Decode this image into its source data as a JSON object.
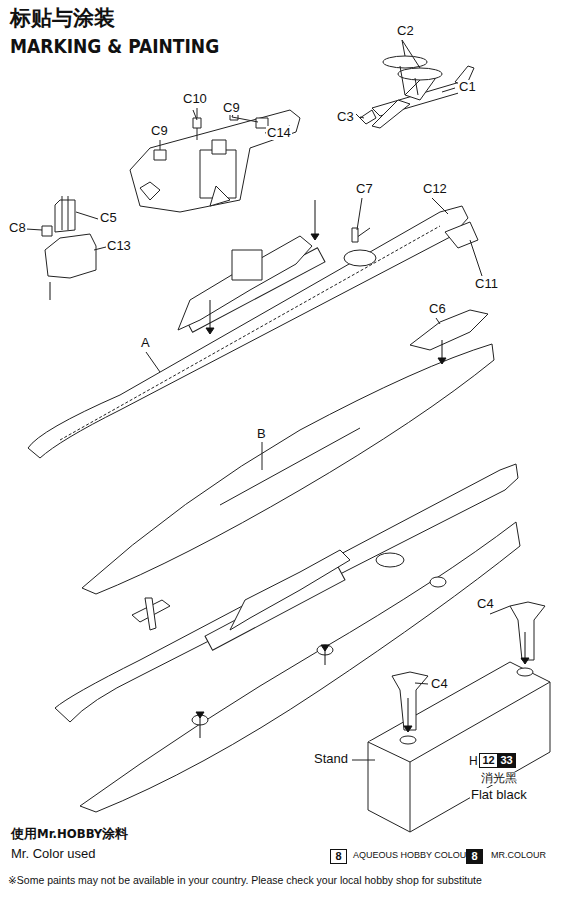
{
  "diagram": {
    "title": "标贴与涂装",
    "nodes": [
      {
        "text": [
          "12"
        ]
      },
      {
        "text": [
          "33"
        ]
      },
      {
        "text": [
          "8"
        ]
      },
      {
        "text": [
          "8"
        ]
      }
    ],
    "labels": [
      "MARKING & PAINTING",
      "C2",
      "C1",
      "C3",
      "C10",
      "C9",
      "C9",
      "C14",
      "C7",
      "C12",
      "C8",
      "C5",
      "C13",
      "C11",
      "A",
      "C6",
      "B",
      "C4",
      "C4",
      "Stand",
      "H",
      "消光黑",
      "Flat black",
      "使用Mr.HOBBY涂料",
      "Mr. Color used",
      "AQUEOUS HOBBY COLOUR",
      "MR.COLOUR",
      "※Some paints may not be available in your country. Please check your local hobby shop for substitute"
    ]
  }
}
